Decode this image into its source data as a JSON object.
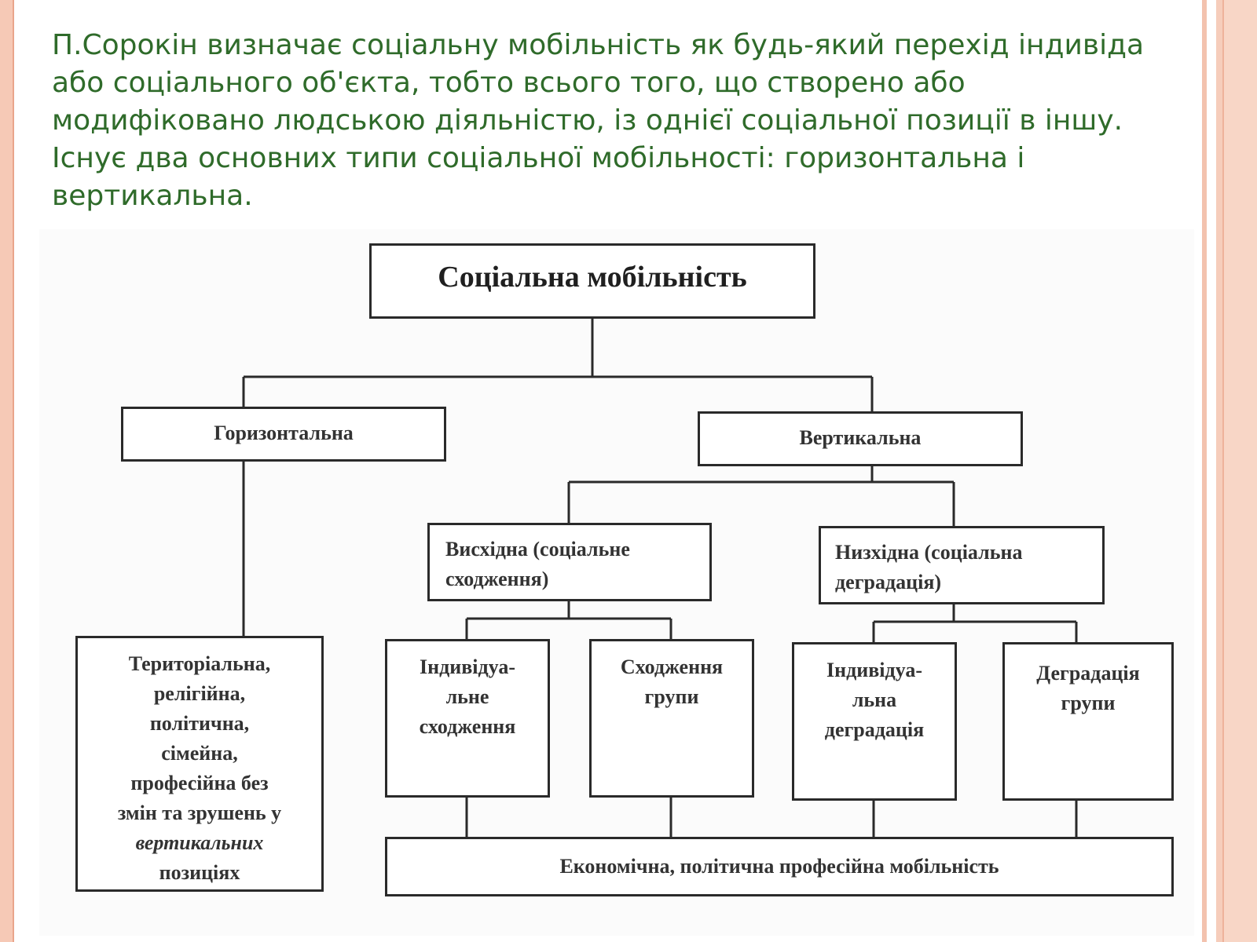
{
  "intro_text": "П.Сорокін визначає соціальну мобільність як будь-який перехід індивіда або соціального об'єкта, тобто всього того, що створено або модифіковано людською діяльністю, із однієї соціальної позиції в іншу. Існує два основних типи соціальної мобільності: горизонтальна і вертикальна.",
  "diagram": {
    "root": "Соціальна мобільність",
    "horizontal": "Горизонтальна",
    "vertical": "Вертикальна",
    "ascending": [
      "Висхідна (соціальне",
      "сходження)"
    ],
    "descending": [
      "Низхідна (соціальна",
      "деградація)"
    ],
    "horizontal_types": [
      "Територіальна,",
      "релігійна,",
      "політична,",
      "сімейна,",
      "професійна без",
      "змін та зрушень у",
      "вертикальних",
      "позиціях"
    ],
    "individual_ascent": [
      "Індивідуа-",
      "льне",
      "сходження"
    ],
    "group_ascent": [
      "Сходження",
      "групи"
    ],
    "individual_degradation": [
      "Індивідуа-",
      "льна",
      "деградація"
    ],
    "group_degradation": [
      "Деградація",
      "групи"
    ],
    "economic": "Економічна, політична професійна мобільність"
  },
  "colors": {
    "intro_text": "#2f6b2a",
    "left_border": "#f6c9b6",
    "right_border": "#f8d6c6",
    "box_border": "#2a2a2a"
  }
}
